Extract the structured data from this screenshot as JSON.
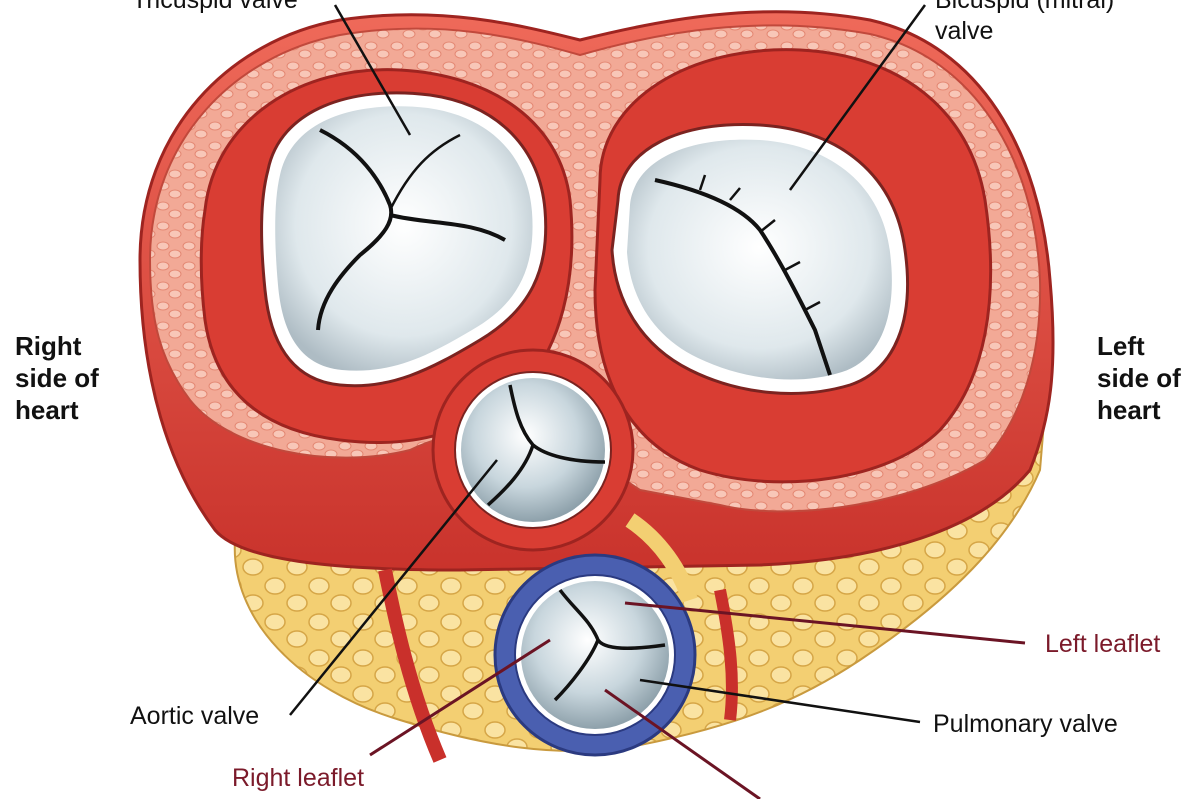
{
  "labels": {
    "tricuspid": "Tricuspid valve",
    "bicuspid_line1": "Bicuspid (mitral)",
    "bicuspid_line2": "valve",
    "right_side_line1": "Right",
    "right_side_line2": "side of",
    "right_side_line3": "heart",
    "left_side_line1": "Left",
    "left_side_line2": "side of",
    "left_side_line3": "heart",
    "aortic": "Aortic valve",
    "pulmonary": "Pulmonary valve",
    "left_leaflet": "Left leaflet",
    "right_leaflet": "Right leaflet"
  },
  "colors": {
    "muscle": "#e0453c",
    "muscle_dark": "#b82a26",
    "muscle_light": "#f07a6a",
    "fibrous": "#f4b3a3",
    "fat": "#f6d98a",
    "fat_dark": "#d9a94a",
    "valve": "#e6eef2",
    "valve_shadow": "#b5c4cc",
    "pulmonary_ring": "#4a5fb0",
    "leader_dark": "#111111",
    "leader_red": "#6b1424"
  }
}
